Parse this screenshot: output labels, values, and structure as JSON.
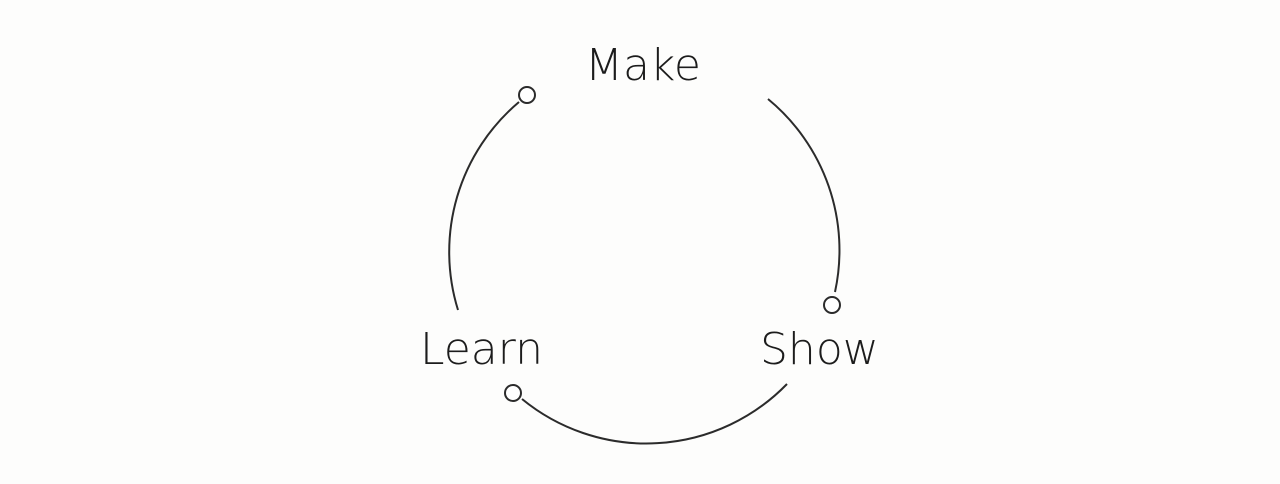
{
  "diagram": {
    "stages": [
      {
        "label": "Make"
      },
      {
        "label": "Show"
      },
      {
        "label": "Learn"
      }
    ],
    "colors": {
      "stroke": "#2b2b2b",
      "text": "#1c1c1c",
      "background": "#fdfdfc",
      "node_fill": "#ffffff"
    }
  }
}
